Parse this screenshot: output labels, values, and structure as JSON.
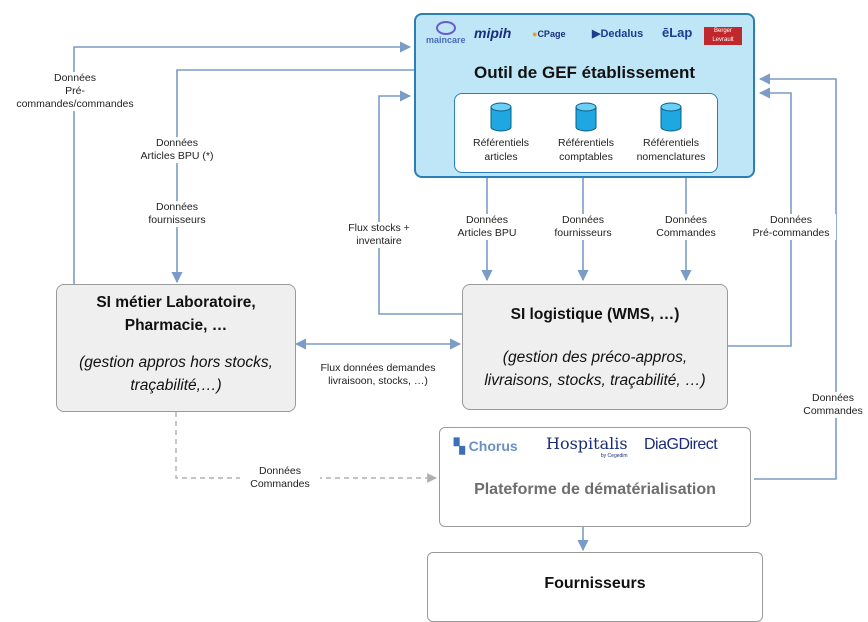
{
  "gef": {
    "title": "Outil de GEF établissement",
    "logos": [
      "maincare",
      "mipih",
      "CPage",
      "Dedalus",
      "ēLap",
      "Berger Levrault"
    ],
    "referentiels": [
      {
        "line1": "Référentiels",
        "line2": "articles"
      },
      {
        "line1": "Référentiels",
        "line2": "comptables"
      },
      {
        "line1": "Référentiels",
        "line2": "nomenclatures"
      }
    ]
  },
  "si_metier": {
    "title1": "SI métier Laboratoire,",
    "title2": "Pharmacie, …",
    "sub1": "(gestion appros hors stocks,",
    "sub2": "traçabilité,…)"
  },
  "si_logistique": {
    "title": "SI logistique (WMS, …)",
    "sub1": "(gestion des préco-appros,",
    "sub2": "livraisons, stocks, traçabilité, …)"
  },
  "plateforme": {
    "title": "Plateforme de dématérialisation",
    "logos": [
      "Chorus",
      "Hospitalis",
      "DiaGDirect"
    ],
    "hospitalis_sub": "by Cegedim"
  },
  "fournisseurs": {
    "title": "Fournisseurs"
  },
  "labels": {
    "precommandes_left": [
      "Données",
      "Pré-",
      "commandes/commandes"
    ],
    "articles_bpu_left": [
      "Données",
      "Articles BPU  (*)"
    ],
    "fournisseurs_left": [
      "Données",
      "fournisseurs"
    ],
    "flux_stocks": [
      "Flux stocks +",
      "inventaire"
    ],
    "articles_bpu_mid": [
      "Données",
      "Articles BPU"
    ],
    "fournisseurs_mid": [
      "Données",
      "fournisseurs"
    ],
    "commandes_mid": [
      "Données",
      "Commandes"
    ],
    "precommandes_right": [
      "Données",
      "Pré-commandes"
    ],
    "flux_demandes": [
      "Flux données demandes",
      "livraisoon, stocks, …)"
    ],
    "commandes_bottom": [
      "Données",
      "Commandes"
    ],
    "commandes_right": [
      "Données",
      "Commandes"
    ]
  },
  "colors": {
    "gef_fill": "#bfe6f7",
    "gef_border": "#2a7fb5",
    "arrow": "#7a9cc6",
    "dashed": "#b0b0b0",
    "cylinder": "#1ea7e1"
  }
}
